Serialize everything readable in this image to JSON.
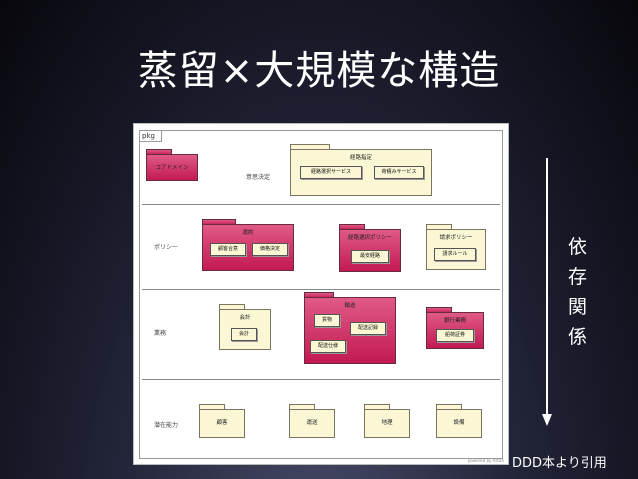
{
  "title": "蒸留×大規模な構造",
  "side_label": [
    "依",
    "存",
    "関",
    "係"
  ],
  "citation": "DDD本より引用",
  "diagram": {
    "pkg_label": "pkg",
    "watermark": "powered by Astah",
    "layers": [
      "意思決定",
      "ポリシー",
      "業務",
      "潜在能力"
    ],
    "core_domain": "コアドメイン",
    "packages": {
      "keiro_shitei": {
        "name": "経路指定",
        "classes": [
          "経路選択サービス",
          "荷積みサービス"
        ]
      },
      "unso": {
        "name": "運約",
        "classes": [
          "顧客合意",
          "価格決定"
        ]
      },
      "keiro_sentaku_policy": {
        "name": "経路選択ポリシー",
        "classes": [
          "最安経路"
        ]
      },
      "seikyu_policy": {
        "name": "請求ポリシー",
        "classes": [
          "請求ルール"
        ]
      },
      "kaikei": {
        "name": "会計",
        "classes": [
          "会計"
        ]
      },
      "haiso": {
        "name": "輸送",
        "classes": [
          "貨物",
          "配送記録",
          "配送仕様"
        ]
      },
      "ginko": {
        "name": "銀行業務",
        "classes": [
          "船荷証券"
        ]
      },
      "capabilities": [
        "顧客",
        "運送",
        "地理",
        "設備"
      ]
    }
  }
}
